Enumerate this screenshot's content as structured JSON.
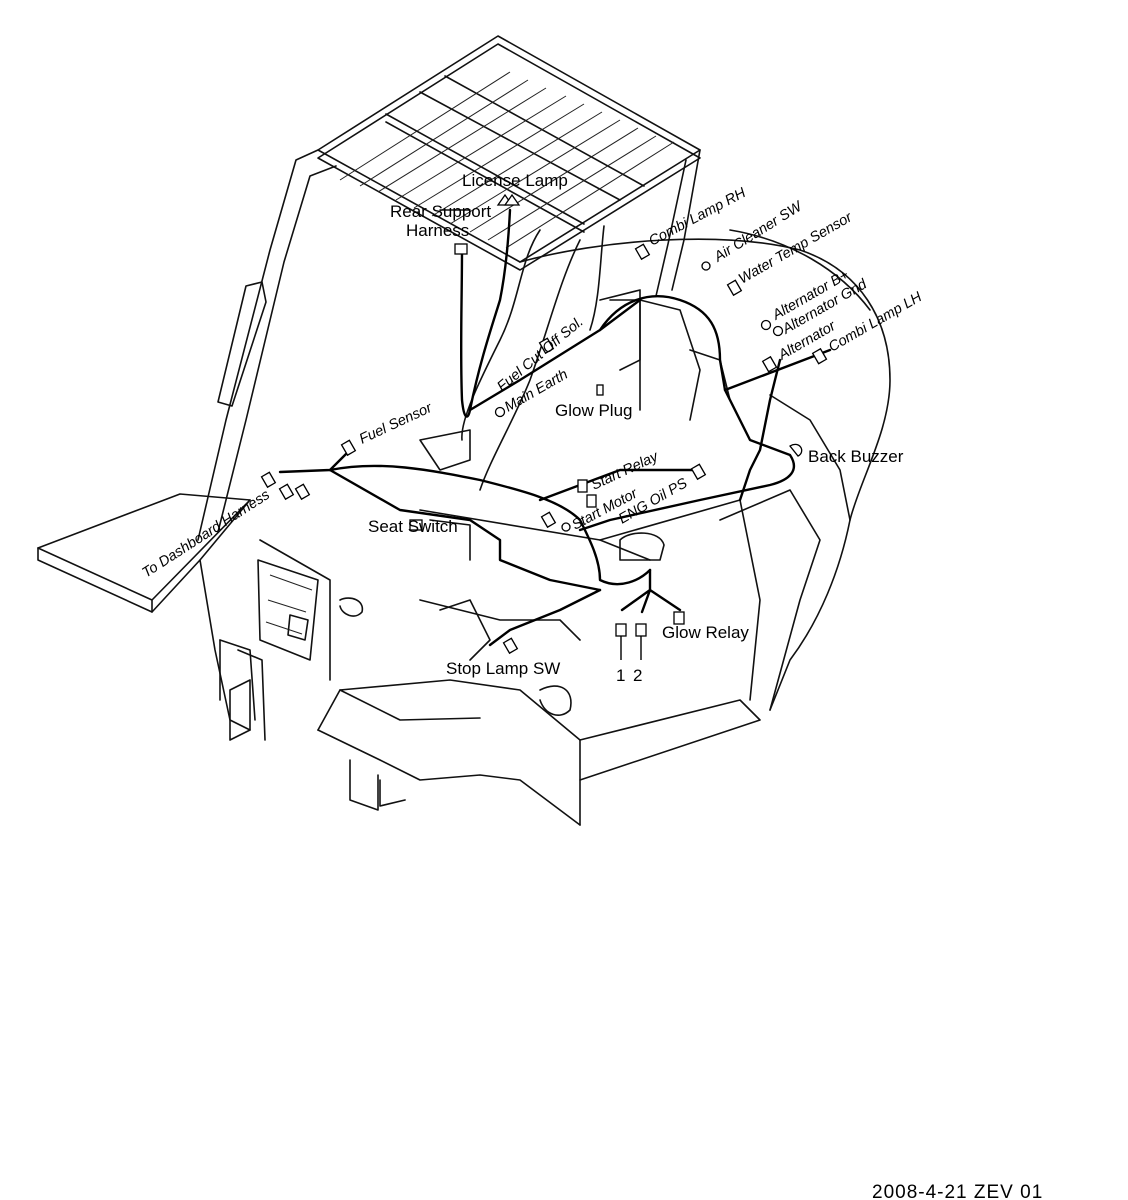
{
  "labels": {
    "license_lamp": "License Lamp",
    "rear_support_1": "Rear Support",
    "rear_support_2": "Harness",
    "combi_lamp_rh": "Combi Lamp RH",
    "air_cleaner_sw": "Air Cleaner SW",
    "water_temp_sensor": "Water Temp Sensor",
    "alternator_bplus": "Alternator B+",
    "alternator_gnd": "Alternator Gnd",
    "alternator": "Alternator",
    "combi_lamp_lh": "Combi Lamp LH",
    "fuel_cut_off": "Fuel Cut Off Sol.",
    "main_earth": "Main Earth",
    "glow_plug": "Glow Plug",
    "fuel_sensor": "Fuel Sensor",
    "back_buzzer": "Back Buzzer",
    "start_relay": "Start Relay",
    "eng_oil_ps": "ENG Oil PS",
    "start_motor": "Start Motor",
    "seat_switch": "Seat Switch",
    "to_dashboard": "To Dashboard Harness",
    "glow_relay": "Glow Relay",
    "num_1": "1",
    "num_2": "2",
    "stop_lamp_sw": "Stop Lamp SW"
  },
  "footer": {
    "code": "2008-4-21  ZEV 01"
  },
  "colors": {
    "line": "#000000",
    "background": "#ffffff"
  }
}
